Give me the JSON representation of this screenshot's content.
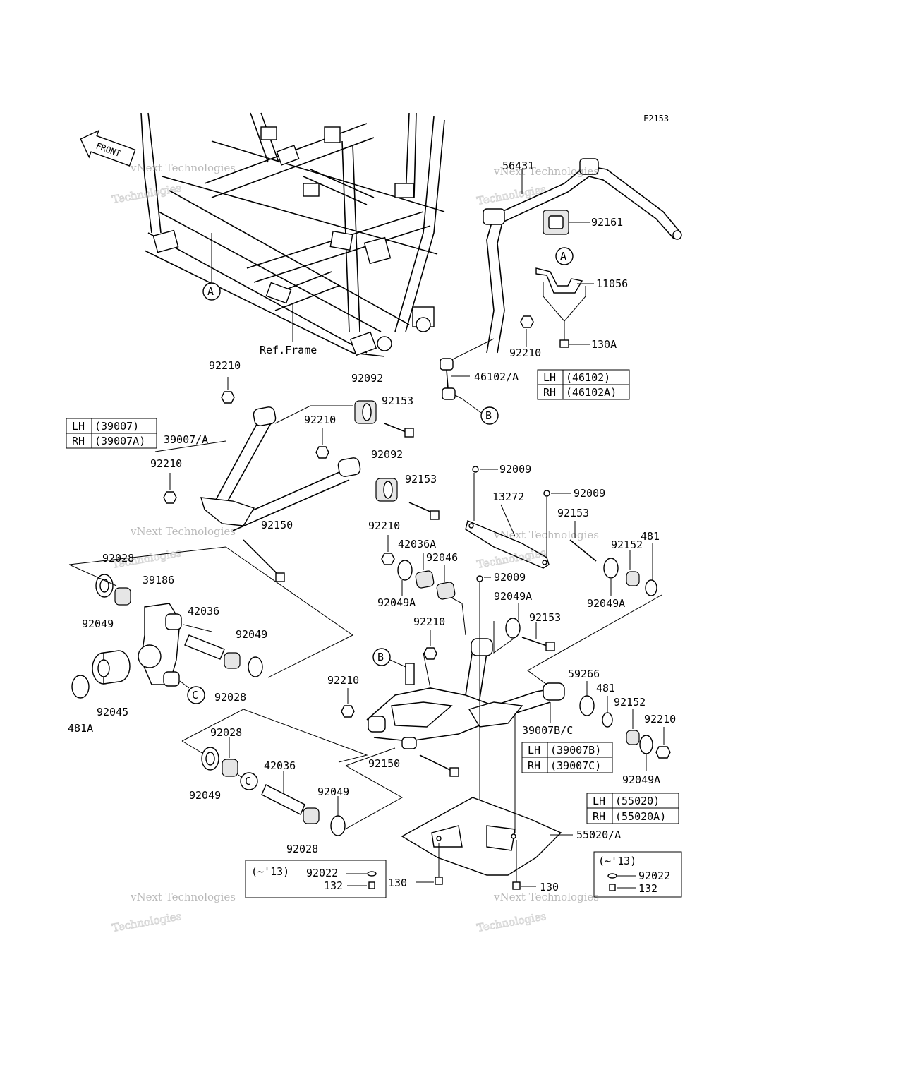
{
  "diagram_code": "F2153",
  "front_label": "FRONT",
  "ref_frame_label": "Ref.Frame",
  "watermark_small": "vNext Technologies",
  "watermark_big": "Technologies",
  "callouts": {
    "A": "A",
    "B": "B",
    "C": "C"
  },
  "parts": {
    "p56431": "56431",
    "p92161": "92161",
    "p11056": "11056",
    "p130A": "130A",
    "p92210_stab": "92210",
    "p46102A": "46102/A",
    "p92210_a": "92210",
    "p92092_a": "92092",
    "p92153_a": "92153",
    "p39007A": "39007/A",
    "p92210_b": "92210",
    "p92092_b": "92092",
    "p92210_c": "92210",
    "p92153_b": "92153",
    "p92009_a": "92009",
    "p13272": "13272",
    "p92009_b": "92009",
    "p92153_c": "92153",
    "p92150_a": "92150",
    "p92210_d": "92210",
    "p42036A": "42036A",
    "p92046": "92046",
    "p92152_a": "92152",
    "p481_a": "481",
    "p92028_a": "92028",
    "p39186": "39186",
    "p92009_c": "92009",
    "p92049_a": "92049",
    "p92049A_a": "92049A",
    "p92049A_b": "92049A",
    "p92049A_c": "92049A",
    "p42036_a": "42036",
    "p92210_e": "92210",
    "p92153_d": "92153",
    "p92049_b": "92049",
    "p92028_b": "92028",
    "p92045": "92045",
    "p481A": "481A",
    "p92210_f": "92210",
    "p59266": "59266",
    "p481_b": "481",
    "p92152_b": "92152",
    "p92210_g": "92210",
    "p39007BC": "39007B/C",
    "p92028_c": "92028",
    "p92150_b": "92150",
    "p92049_c": "92049",
    "p42036_b": "42036",
    "p92049_d": "92049",
    "p92028_d": "92028",
    "p92049A_d": "92049A",
    "p55020A": "55020/A",
    "p130_a": "130",
    "p130_b": "130",
    "p92022_a": "92022",
    "p132_a": "132",
    "p92022_b": "92022",
    "p132_b": "132"
  },
  "tables": {
    "t46102": {
      "lh": "LH",
      "lh_val": "(46102)",
      "rh": "RH",
      "rh_val": "(46102A)"
    },
    "t39007": {
      "lh": "LH",
      "lh_val": "(39007)",
      "rh": "RH",
      "rh_val": "(39007A)"
    },
    "t39007bc": {
      "lh": "LH",
      "lh_val": "(39007B)",
      "rh": "RH",
      "rh_val": "(39007C)"
    },
    "t55020": {
      "lh": "LH",
      "lh_val": "(55020)",
      "rh": "RH",
      "rh_val": "(55020A)"
    }
  },
  "year_note": "(~'13)",
  "colors": {
    "ink": "#000000",
    "background": "#ffffff"
  }
}
